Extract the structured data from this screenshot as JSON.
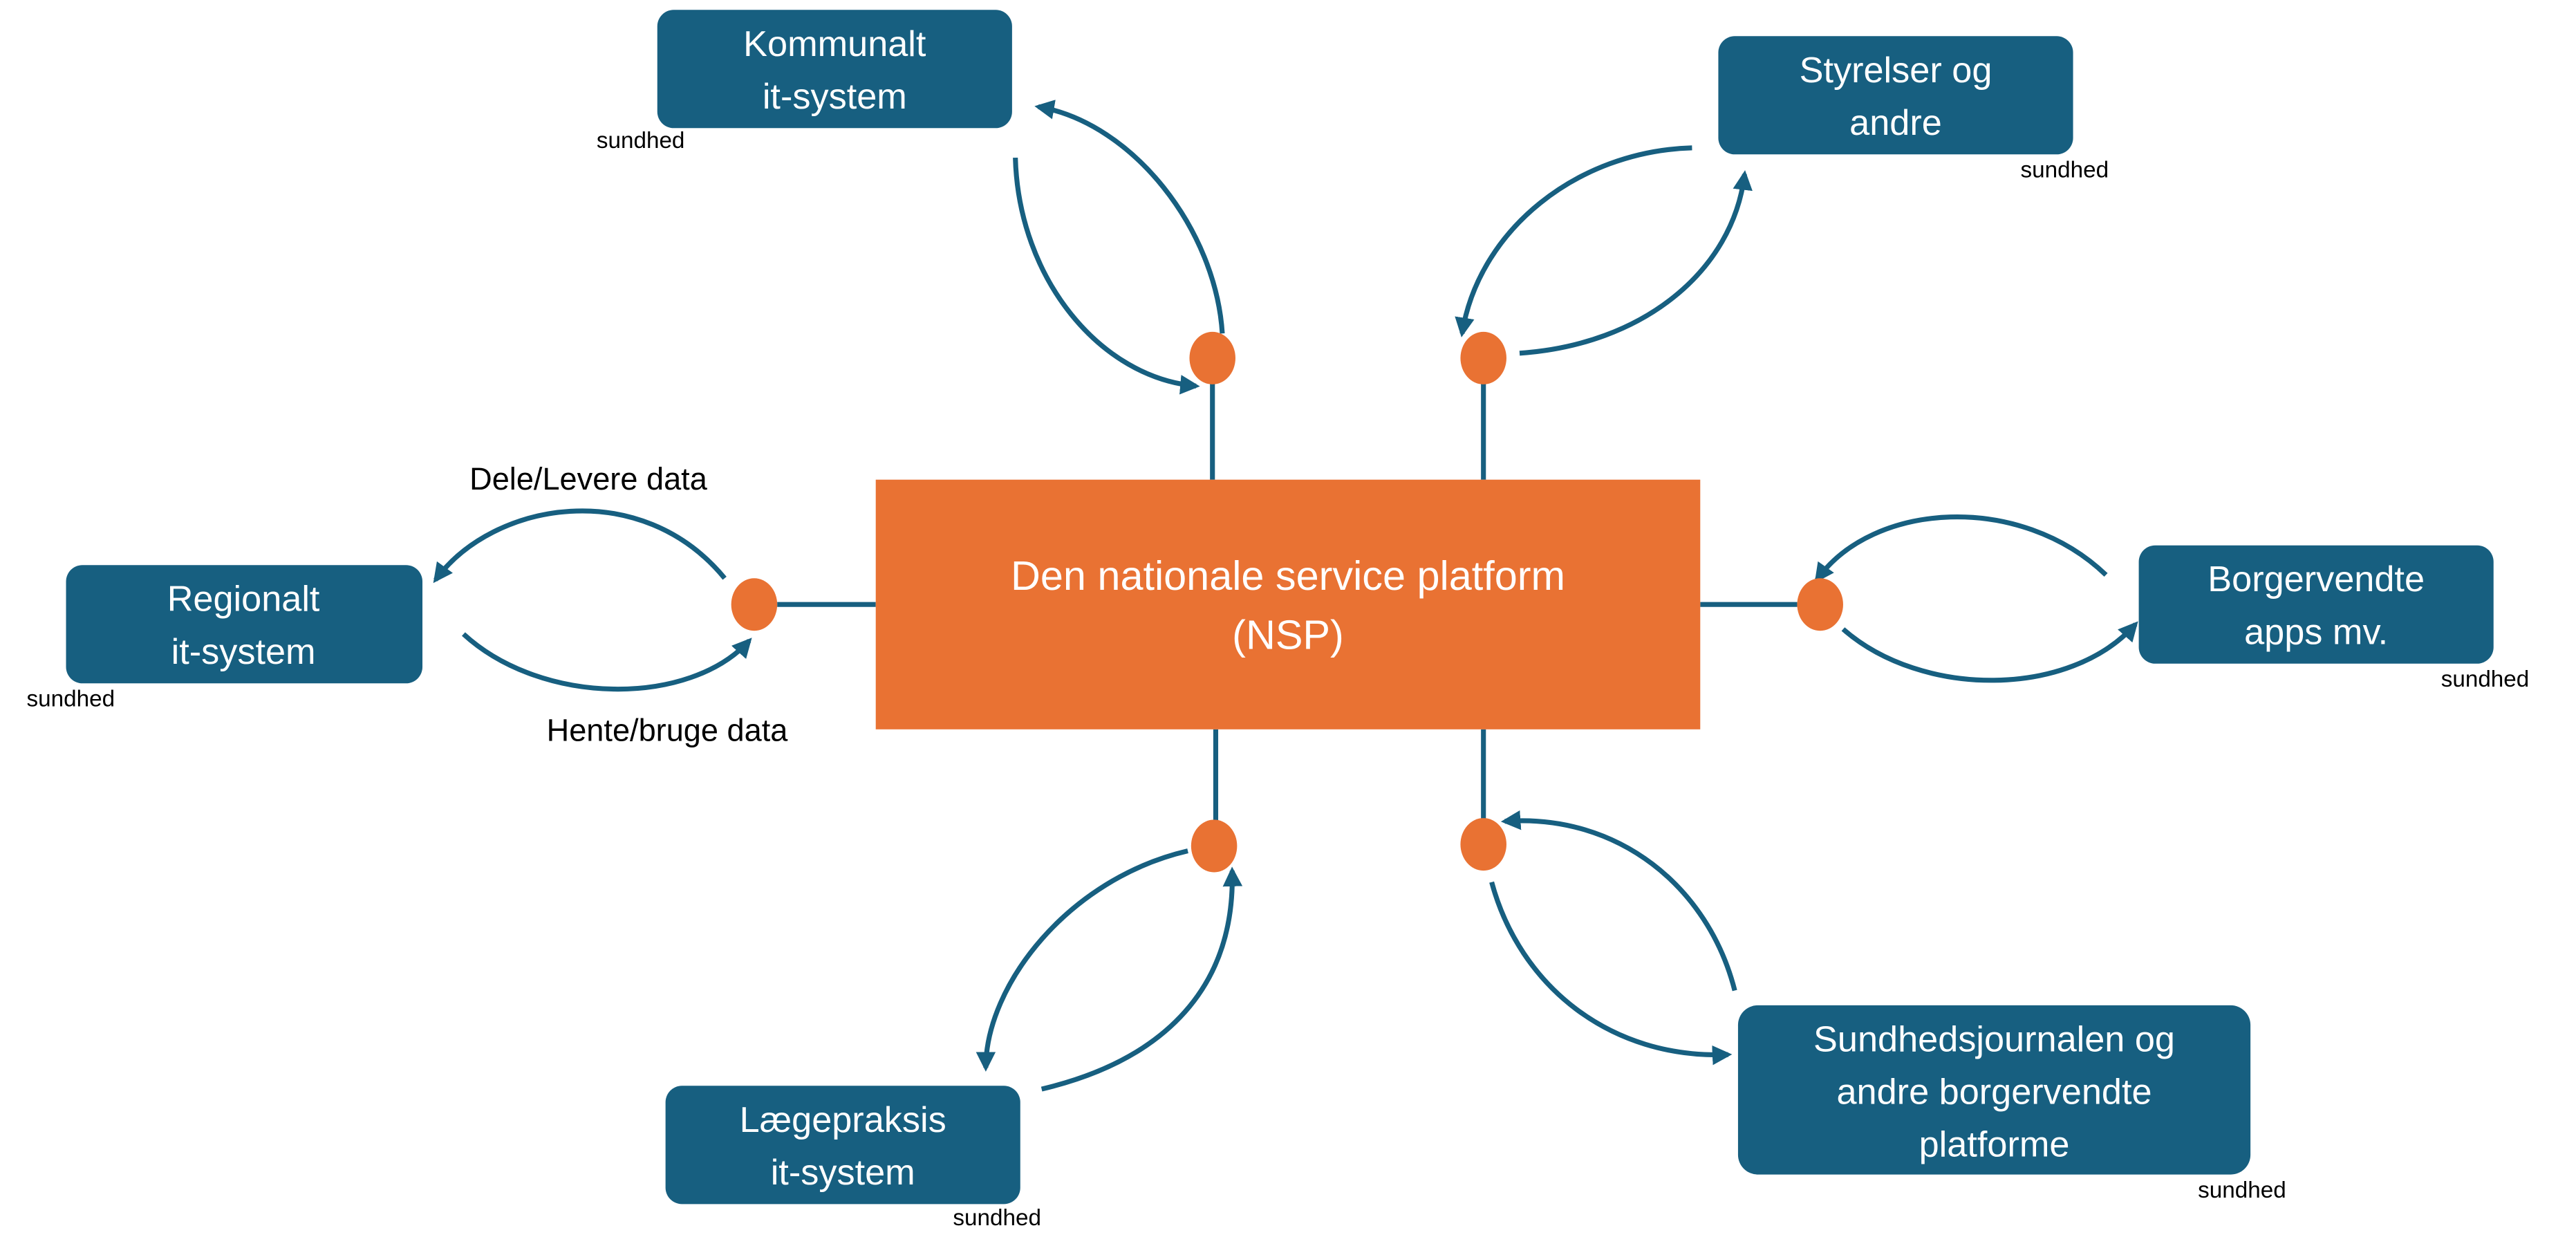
{
  "colors": {
    "box": "#175f80",
    "platform": "#e97233",
    "connector": "#175f80"
  },
  "platform": {
    "line1": "Den nationale service platform",
    "line2": "(NSP)"
  },
  "labels": {
    "share": "Dele/Levere data",
    "fetch": "Hente/bruge data"
  },
  "nodes": [
    {
      "lines": [
        "Kommunalt",
        "it-system"
      ],
      "note": "sundhed"
    },
    {
      "lines": [
        "Styrelser og",
        "andre"
      ],
      "note": "sundhed"
    },
    {
      "lines": [
        "Regionalt",
        "it-system"
      ],
      "note": "sundhed"
    },
    {
      "lines": [
        "Borgervendte",
        "apps mv."
      ],
      "note": "sundhed"
    },
    {
      "lines": [
        "Lægepraksis",
        "it-system"
      ],
      "note": "sundhed"
    },
    {
      "lines": [
        "Sundhedsjournalen og",
        "andre borgervendte",
        "platforme"
      ],
      "note": "sundhed"
    }
  ]
}
